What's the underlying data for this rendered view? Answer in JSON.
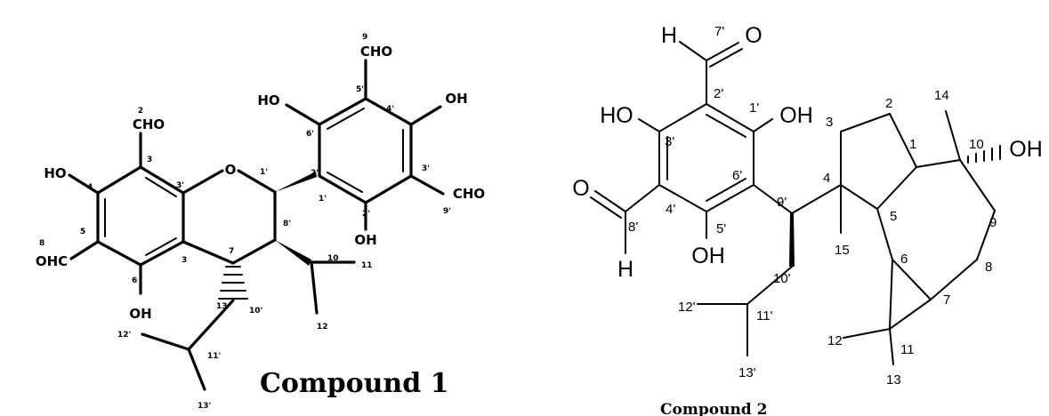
{
  "compound1": {
    "caption": "Compound 1",
    "atoms": {
      "ho_4": "HO",
      "ho_6": "OH",
      "ho_6p": "HO",
      "ho_4p": "OH",
      "ho_2p": "OH",
      "o_ring": "O",
      "cho_3": "CHO",
      "cho_9p": "CHO",
      "cho_8p": "CHO",
      "ohc_9": "OHC"
    },
    "numbers": [
      "2",
      "3",
      "4",
      "5",
      "6",
      "3",
      "7",
      "1'",
      "2'",
      "3'",
      "4'",
      "5'",
      "6'",
      "1'",
      "2'",
      "3'",
      "8",
      "9",
      "9'",
      "8'",
      "10'",
      "11'",
      "12'",
      "13'",
      "10",
      "11",
      "12",
      "13"
    ]
  },
  "compound2": {
    "caption": "Compound 2",
    "atoms": {
      "h_top": "H",
      "o_top": "O",
      "ho_3p": "HO",
      "oh_1p": "OH",
      "o_left": "O",
      "h_bottom": "H",
      "oh_5p": "OH",
      "oh_10": "OH"
    },
    "numbers": [
      "7'",
      "2'",
      "1'",
      "3'",
      "6'",
      "4'",
      "5'",
      "9'",
      "8'",
      "10'",
      "11'",
      "12'",
      "13'",
      "1",
      "2",
      "3",
      "4",
      "5",
      "6",
      "7",
      "8",
      "9",
      "10",
      "11",
      "12",
      "13",
      "14",
      "15"
    ]
  }
}
